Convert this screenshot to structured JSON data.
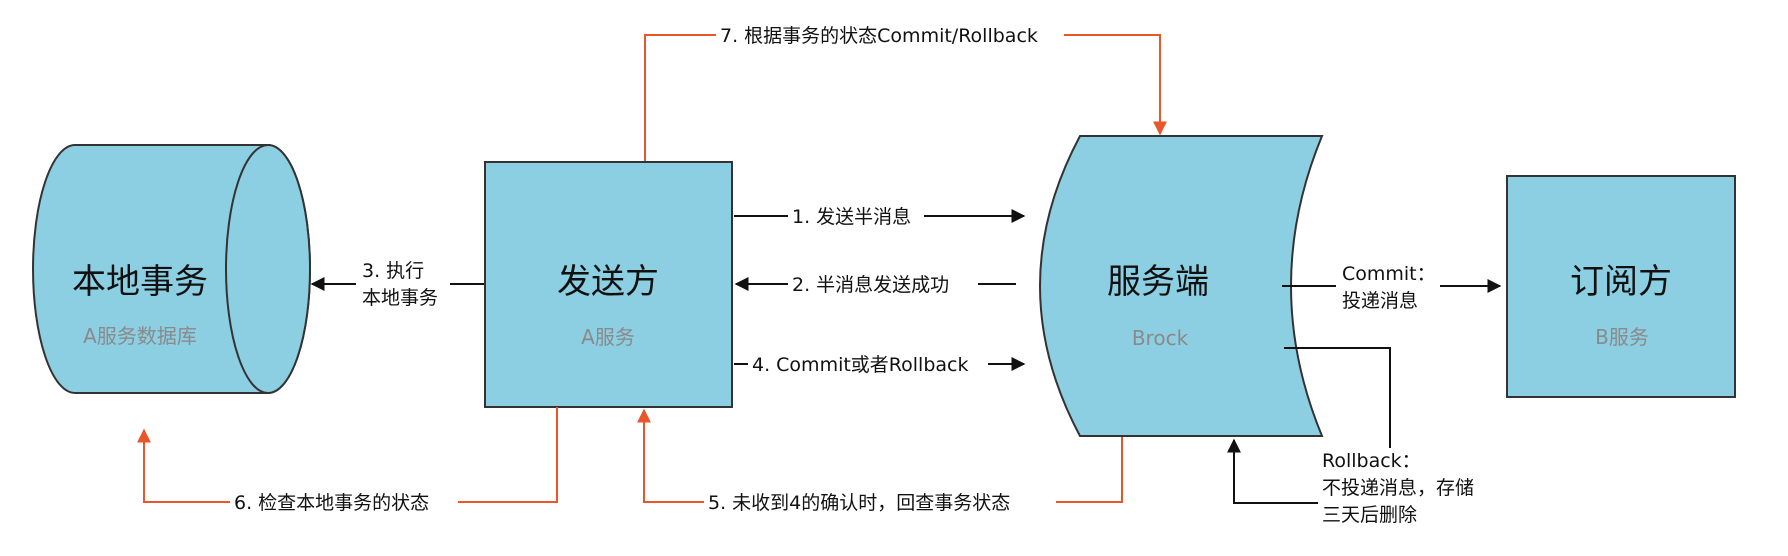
{
  "colors": {
    "node_fill": "#8ccfe2",
    "outline": "#333333",
    "orange": "#e8562a",
    "black_arrow": "#111111"
  },
  "nodes": {
    "local_tx": {
      "title": "本地事务",
      "subtitle": "A服务数据库",
      "shape": "cylinder"
    },
    "sender": {
      "title": "发送方",
      "subtitle": "A服务",
      "shape": "box"
    },
    "server": {
      "title": "服务端",
      "subtitle": "Brock",
      "shape": "drum"
    },
    "subscriber": {
      "title": "订阅方",
      "subtitle": "B服务",
      "shape": "box"
    }
  },
  "edges": {
    "e1": "1. 发送半消息",
    "e2": "2. 半消息发送成功",
    "e3_line1": "3. 执行",
    "e3_line2": "本地事务",
    "e4": "4. Commit或者Rollback",
    "e5": "5. 未收到4的确认时，回查事务状态",
    "e6": "6. 检查本地事务的状态",
    "e7": "7. 根据事务的状态Commit/Rollback",
    "commit_line1": "Commit：",
    "commit_line2": "投递消息",
    "rollback_line1": "Rollback：",
    "rollback_line2": "不投递消息，存储",
    "rollback_line3": "三天后删除"
  }
}
